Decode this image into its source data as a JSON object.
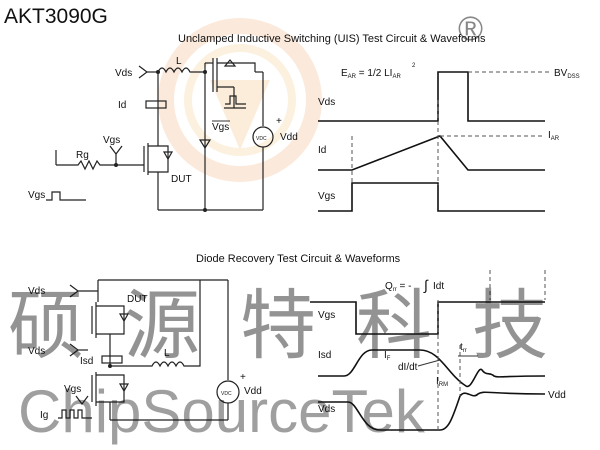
{
  "part_number": "AKT3090G",
  "uis": {
    "title": "Unclamped Inductive Switching (UIS) Test Circuit & Waveforms",
    "circuit": {
      "vds": "Vds",
      "l": "L",
      "id": "Id",
      "vgs": "Vgs",
      "rg": "Rg",
      "dut": "DUT",
      "vgs_bar": "Vgs",
      "vdd": "Vdd",
      "vgs_source": "Vgs"
    },
    "waveforms": {
      "formula": "E",
      "formula_sub": "AR",
      "formula_rest": " = 1/2 LI",
      "formula_sub2": "AR",
      "formula_sup": "2",
      "bv": "BV",
      "bv_sub": "DSS",
      "iar": "I",
      "iar_sub": "AR",
      "vds": "Vds",
      "id": "Id",
      "vgs": "Vgs"
    }
  },
  "diode": {
    "title": "Diode Recovery Test Circuit & Waveforms",
    "circuit": {
      "vds_plus": "Vds",
      "vds_minus": "Vds",
      "dut": "DUT",
      "isd": "Isd",
      "l": "L",
      "vgs": "Vgs",
      "ig": "Ig",
      "vdd": "Vdd"
    },
    "waveforms": {
      "qrr_q": "Q",
      "qrr_sub": "rr",
      "qrr_rest": " = -",
      "qrr_idt": "Idt",
      "vgs": "Vgs",
      "isd": "Isd",
      "vds": "Vds",
      "if": "I",
      "if_sub": "F",
      "didt": "dI/dt",
      "trr": "t",
      "trr_sub": "rr",
      "irm": "I",
      "irm_sub": "RM",
      "vdd": "Vdd"
    }
  },
  "watermark": {
    "cn_text": "硕源特科技",
    "en_text": "ChipSourceTek",
    "registered": "®"
  }
}
